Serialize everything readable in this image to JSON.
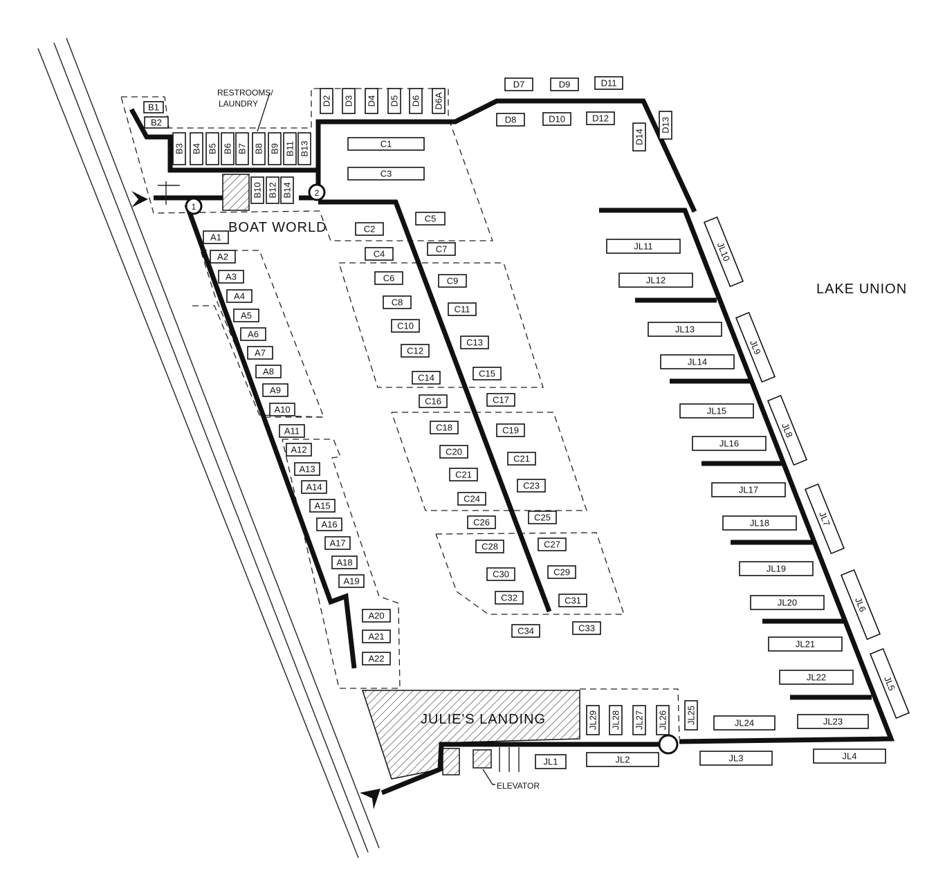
{
  "labels": {
    "lake": "LAKE UNION",
    "boat_world": "BOAT WORLD",
    "julies_landing": "JULIE'S LANDING",
    "restrooms": "RESTROOMS/",
    "laundry": "LAUNDRY",
    "elevator": "ELEVATOR",
    "gate1": "1",
    "gate2": "2"
  },
  "slips": [
    {
      "id": "B1"
    },
    {
      "id": "B2"
    },
    {
      "id": "B3"
    },
    {
      "id": "B4"
    },
    {
      "id": "B5"
    },
    {
      "id": "B6"
    },
    {
      "id": "B7"
    },
    {
      "id": "B8"
    },
    {
      "id": "B9"
    },
    {
      "id": "B11"
    },
    {
      "id": "B13"
    },
    {
      "id": "B10"
    },
    {
      "id": "B12"
    },
    {
      "id": "B14"
    },
    {
      "id": "D2"
    },
    {
      "id": "D3"
    },
    {
      "id": "D4"
    },
    {
      "id": "D5"
    },
    {
      "id": "D6"
    },
    {
      "id": "D6A"
    },
    {
      "id": "D7"
    },
    {
      "id": "D9"
    },
    {
      "id": "D11"
    },
    {
      "id": "D8"
    },
    {
      "id": "D10"
    },
    {
      "id": "D12"
    },
    {
      "id": "D13"
    },
    {
      "id": "D14"
    },
    {
      "id": "C1"
    },
    {
      "id": "C3"
    },
    {
      "id": "C5"
    },
    {
      "id": "C2"
    },
    {
      "id": "C4"
    },
    {
      "id": "C7"
    },
    {
      "id": "C6"
    },
    {
      "id": "C9"
    },
    {
      "id": "C8"
    },
    {
      "id": "C11"
    },
    {
      "id": "C10"
    },
    {
      "id": "C13"
    },
    {
      "id": "C12"
    },
    {
      "id": "C14"
    },
    {
      "id": "C15"
    },
    {
      "id": "C16"
    },
    {
      "id": "C17"
    },
    {
      "id": "C18"
    },
    {
      "id": "C19"
    },
    {
      "id": "C20"
    },
    {
      "id": "C21"
    },
    {
      "id": "C21"
    },
    {
      "id": "C23"
    },
    {
      "id": "C24"
    },
    {
      "id": "C26"
    },
    {
      "id": "C25"
    },
    {
      "id": "C28"
    },
    {
      "id": "C27"
    },
    {
      "id": "C30"
    },
    {
      "id": "C29"
    },
    {
      "id": "C32"
    },
    {
      "id": "C31"
    },
    {
      "id": "C34"
    },
    {
      "id": "C33"
    },
    {
      "id": "A1"
    },
    {
      "id": "A2"
    },
    {
      "id": "A3"
    },
    {
      "id": "A4"
    },
    {
      "id": "A5"
    },
    {
      "id": "A6"
    },
    {
      "id": "A7"
    },
    {
      "id": "A8"
    },
    {
      "id": "A9"
    },
    {
      "id": "A10"
    },
    {
      "id": "A11"
    },
    {
      "id": "A12"
    },
    {
      "id": "A13"
    },
    {
      "id": "A14"
    },
    {
      "id": "A15"
    },
    {
      "id": "A16"
    },
    {
      "id": "A17"
    },
    {
      "id": "A18"
    },
    {
      "id": "A19"
    },
    {
      "id": "A20"
    },
    {
      "id": "A21"
    },
    {
      "id": "A22"
    },
    {
      "id": "JL11"
    },
    {
      "id": "JL12"
    },
    {
      "id": "JL13"
    },
    {
      "id": "JL14"
    },
    {
      "id": "JL15"
    },
    {
      "id": "JL16"
    },
    {
      "id": "JL17"
    },
    {
      "id": "JL18"
    },
    {
      "id": "JL19"
    },
    {
      "id": "JL20"
    },
    {
      "id": "JL21"
    },
    {
      "id": "JL22"
    },
    {
      "id": "JL10"
    },
    {
      "id": "JL9"
    },
    {
      "id": "JL8"
    },
    {
      "id": "JL7"
    },
    {
      "id": "JL6"
    },
    {
      "id": "JL5"
    },
    {
      "id": "JL29"
    },
    {
      "id": "JL28"
    },
    {
      "id": "JL27"
    },
    {
      "id": "JL26"
    },
    {
      "id": "JL25"
    },
    {
      "id": "JL24"
    },
    {
      "id": "JL23"
    },
    {
      "id": "JL1"
    },
    {
      "id": "JL2"
    },
    {
      "id": "JL3"
    },
    {
      "id": "JL4"
    }
  ]
}
